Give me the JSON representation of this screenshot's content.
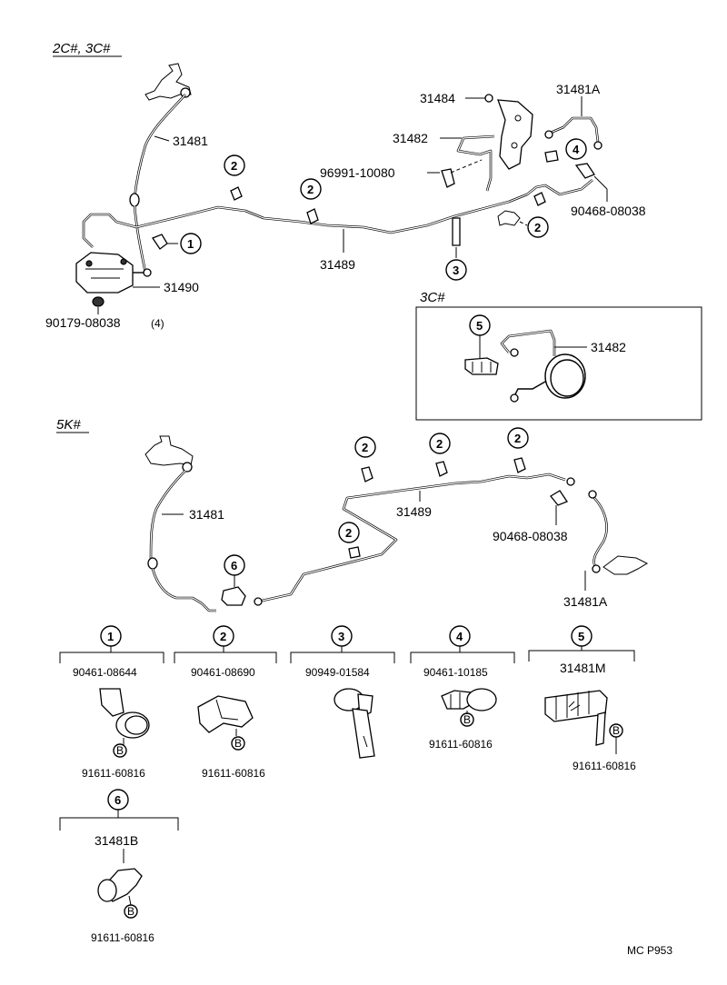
{
  "headers": {
    "top": "2C#, 3C#",
    "inset": "3C#",
    "bottom": "5K#"
  },
  "top": {
    "p31481": "31481",
    "p31489": "31489",
    "p31490": "31490",
    "p90179": "90179-08038",
    "p90179_qty": "(4)",
    "p31484": "31484",
    "p31481A": "31481A",
    "p31482": "31482",
    "p96991": "96991-10080",
    "p90468": "90468-08038"
  },
  "inset": {
    "p31482": "31482"
  },
  "bottom": {
    "p31481": "31481",
    "p31489": "31489",
    "p90468": "90468-08038",
    "p31481A": "31481A"
  },
  "callouts": [
    "1",
    "2",
    "3",
    "4",
    "5",
    "6"
  ],
  "bolt_symbol": "B",
  "legend": [
    {
      "num": "1",
      "part": "90461-08644",
      "bolt": "91611-60816"
    },
    {
      "num": "2",
      "part": "90461-08690",
      "bolt": "91611-60816"
    },
    {
      "num": "3",
      "part": "90949-01584",
      "bolt": ""
    },
    {
      "num": "4",
      "part": "90461-10185",
      "bolt": "91611-60816"
    },
    {
      "num": "5",
      "part": "31481M",
      "bolt": "91611-60816"
    },
    {
      "num": "6",
      "part": "31481B",
      "bolt": "91611-60816"
    }
  ],
  "footer": "MC P953"
}
